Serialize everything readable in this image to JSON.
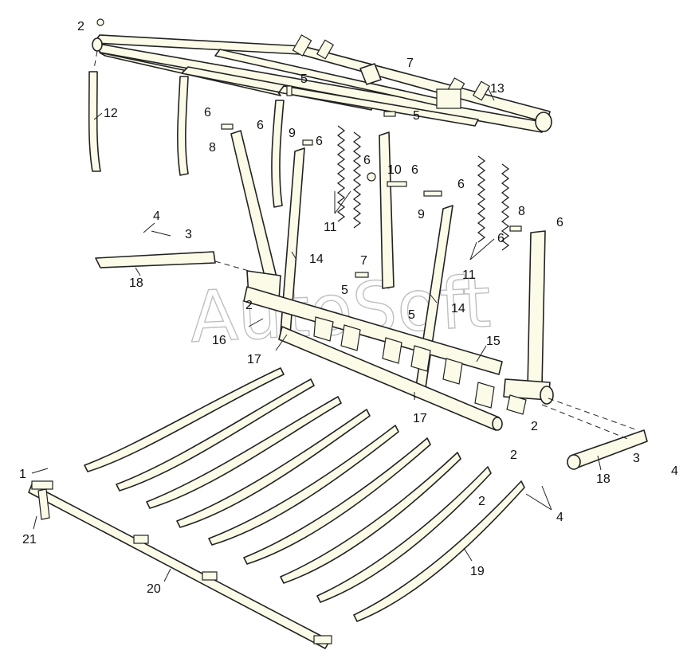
{
  "watermark": "AutoSoft",
  "callouts": {
    "c1": "1",
    "c2a": "2",
    "c2b": "2",
    "c2c": "2",
    "c2d": "2",
    "c2e": "2",
    "c3a": "3",
    "c3b": "3",
    "c4a": "4",
    "c4b": "4",
    "c4c": "4",
    "c5a": "5",
    "c5b": "5",
    "c5c": "5",
    "c5d": "5",
    "c6a": "6",
    "c6b": "6",
    "c6c": "6",
    "c6d": "6",
    "c6e": "6",
    "c6f": "6",
    "c6g": "6",
    "c6h": "6",
    "c7a": "7",
    "c7b": "7",
    "c8a": "8",
    "c8b": "8",
    "c9a": "9",
    "c9b": "9",
    "c10": "10",
    "c11a": "11",
    "c11b": "11",
    "c12": "12",
    "c13": "13",
    "c14a": "14",
    "c14b": "14",
    "c15": "15",
    "c16": "16",
    "c17a": "17",
    "c17b": "17",
    "c18a": "18",
    "c18b": "18",
    "c19": "19",
    "c20": "20",
    "c21": "21"
  }
}
